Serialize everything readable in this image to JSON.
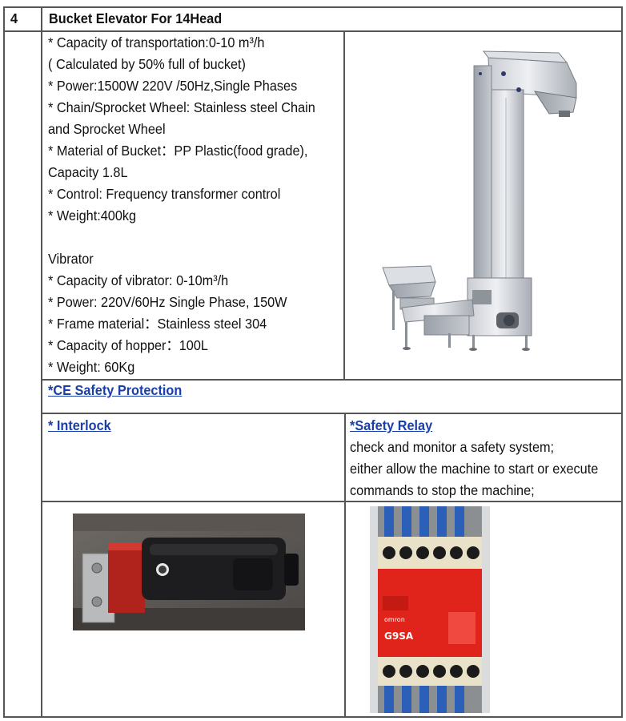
{
  "row_number": "4",
  "title": "Bucket Elevator For 14Head",
  "elevator_specs": [
    "* Capacity of transportation:0-10 m³/h",
    "( Calculated by 50% full of bucket)",
    "* Power:1500W 220V /50Hz,Single Phases",
    "* Chain/Sprocket Wheel: Stainless steel Chain",
    "and Sprocket Wheel",
    "* Material of Bucket：PP Plastic(food grade),",
    "Capacity 1.8L",
    "* Control: Frequency transformer control",
    "* Weight:400kg"
  ],
  "vibrator_heading": "Vibrator",
  "vibrator_specs": [
    "* Capacity of vibrator:    0-10m³/h",
    "* Power: 220V/60Hz Single Phase, 150W",
    "* Frame material：Stainless steel 304",
    "* Capacity of hopper：100L",
    "* Weight: 60Kg"
  ],
  "ce_heading": "*CE Safety Protection",
  "interlock_heading": "* Interlock",
  "relay_heading": "*Safety Relay",
  "relay_description": [
    "check and monitor a safety system;",
    "either allow the machine to start or execute",
    "commands to stop the machine;"
  ],
  "relay_label_text": "G9SA",
  "relay_brand_text": "omron"
}
